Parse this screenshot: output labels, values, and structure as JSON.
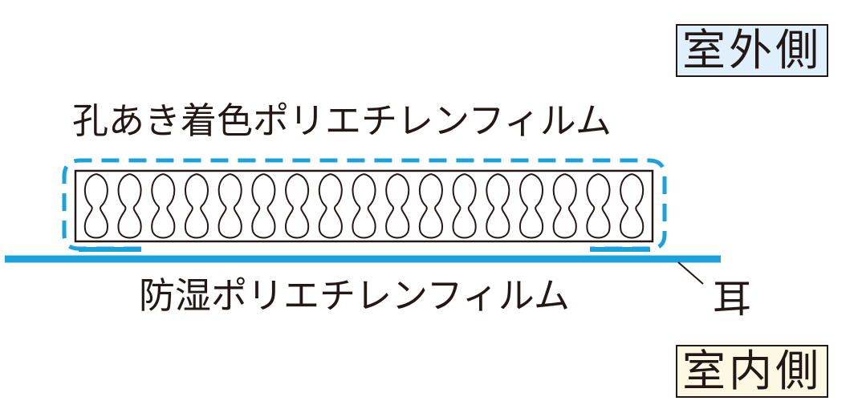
{
  "labels": {
    "outdoor_side": "室外側",
    "indoor_side": "室内側",
    "perforated_film": "孔あき着色ポリエチレンフィルム",
    "vapor_barrier_film": "防湿ポリエチレンフィルム",
    "ear": "耳"
  },
  "colors": {
    "film": "#1ba1dc",
    "ink": "#231815",
    "outdoor_fill": "#dff0fb",
    "indoor_fill": "#fcf8e3"
  },
  "insulation": {
    "fiber_loop_count": 17
  }
}
